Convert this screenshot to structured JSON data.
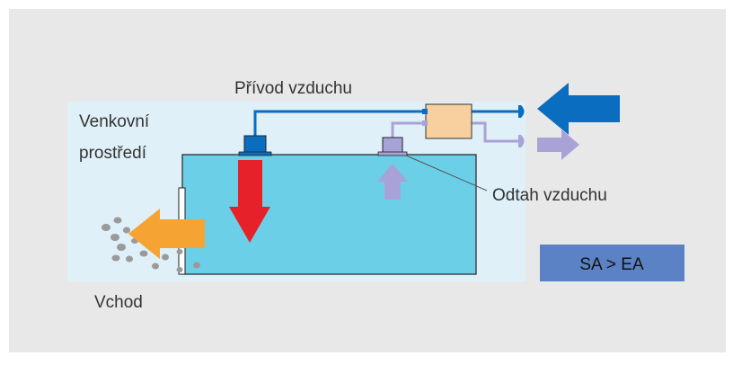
{
  "labels": {
    "supply_air": "Přívod vzduchu",
    "outdoor": [
      "Venkovní",
      "prostředí"
    ],
    "exhaust_air": "Odtah vzduchu",
    "entrance": "Vchod",
    "badge": "SA > EA"
  },
  "colors": {
    "frame_bg": "#e8e8e8",
    "outdoor_bg": "#dff0f8",
    "room": "#6ccfe8",
    "supply": "#0a6dbf",
    "exhaust": "#a8a2d6",
    "down_arrow": "#e62129",
    "entrance_arrow": "#f5a333",
    "unit": "#f8cf9e",
    "badge": "#5a82c4",
    "text": "#333333"
  }
}
